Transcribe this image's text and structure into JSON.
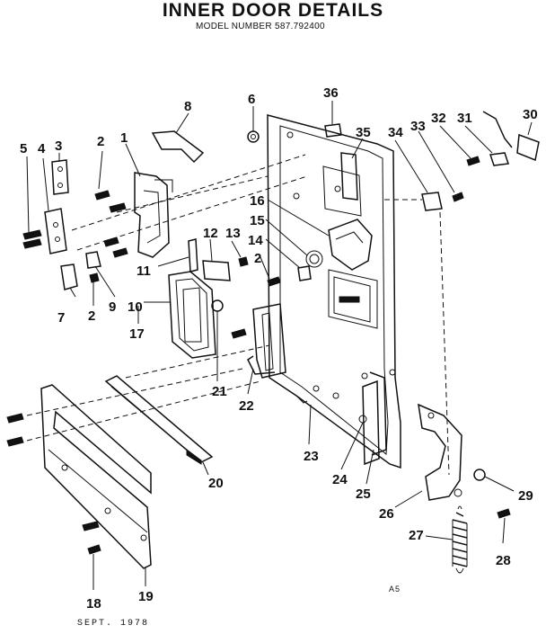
{
  "header": {
    "title": "INNER DOOR DETAILS",
    "model": "MODEL NUMBER 587.792400"
  },
  "footer": {
    "date": "SEPT. 1978",
    "code": "A5"
  },
  "callouts": {
    "p1": "1",
    "p2a": "2",
    "p2b": "2",
    "p2c": "2",
    "p3": "3",
    "p4": "4",
    "p5": "5",
    "p6": "6",
    "p7": "7",
    "p8": "8",
    "p9": "9",
    "p10": "10",
    "p11": "11",
    "p12": "12",
    "p13": "13",
    "p14": "14",
    "p15": "15",
    "p16": "16",
    "p17": "17",
    "p18": "18",
    "p19": "19",
    "p20": "20",
    "p21": "21",
    "p22": "22",
    "p23": "23",
    "p24": "24",
    "p25": "25",
    "p26": "26",
    "p27": "27",
    "p28": "28",
    "p29": "29",
    "p30": "30",
    "p31": "31",
    "p32": "32",
    "p33": "33",
    "p34": "34",
    "p35": "35",
    "p36": "36"
  }
}
